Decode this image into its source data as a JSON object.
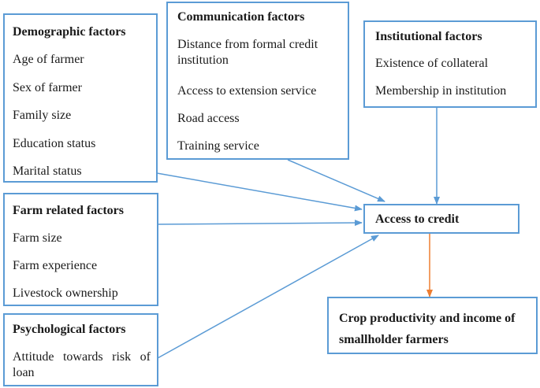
{
  "demographic": {
    "title": "Demographic factors",
    "items": [
      "Age of farmer",
      "Sex of farmer",
      "Family size",
      "Education status",
      "Marital status"
    ]
  },
  "communication": {
    "title": "Communication factors",
    "items": [
      "Distance from formal credit institution",
      "Access to extension service",
      "Road access",
      "Training service"
    ]
  },
  "institutional": {
    "title": "Institutional factors",
    "items": [
      "Existence of collateral",
      "Membership in institution"
    ]
  },
  "farm": {
    "title": "Farm related factors",
    "items": [
      "Farm size",
      "Farm experience",
      "Livestock ownership"
    ]
  },
  "psychological": {
    "title": "Psychological factors",
    "items": [
      "Attitude towards risk of loan"
    ]
  },
  "access": {
    "title": "Access to credit"
  },
  "outcome": {
    "title": "Crop productivity and income of smallholder farmers"
  },
  "colors": {
    "box_border": "#5b9bd5",
    "arrow_blue": "#5b9bd5",
    "arrow_orange": "#ed7d31"
  }
}
